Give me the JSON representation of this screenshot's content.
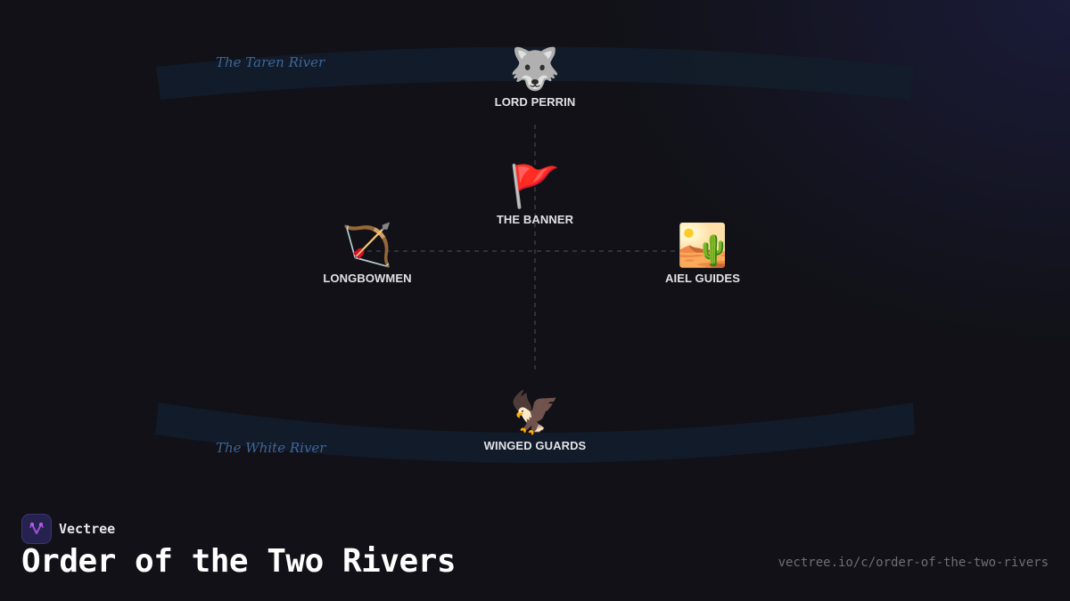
{
  "diagram": {
    "rivers": [
      {
        "name": "The Taren River",
        "position": "top"
      },
      {
        "name": "The White River",
        "position": "bottom"
      }
    ],
    "nodes": {
      "top": {
        "icon": "wolf-icon",
        "emoji": "🐺",
        "label": "LORD PERRIN"
      },
      "center": {
        "icon": "red-flag-icon",
        "emoji": "🚩",
        "label": "THE BANNER"
      },
      "left": {
        "icon": "bow-and-arrow-icon",
        "emoji": "🏹",
        "label": "LONGBOWMEN"
      },
      "right": {
        "icon": "desert-icon",
        "emoji": "🏜️",
        "label": "AIEL GUIDES"
      },
      "bottom": {
        "icon": "eagle-icon",
        "emoji": "🦅",
        "label": "WINGED GUARDS"
      }
    },
    "connectors": [
      {
        "from": "top",
        "to": "bottom",
        "style": "dashed",
        "orientation": "vertical"
      },
      {
        "from": "left",
        "to": "right",
        "style": "dashed",
        "orientation": "horizontal"
      }
    ],
    "colors": {
      "background": "#111117",
      "river_fill": "#131c2a",
      "river_label": "#3d6699",
      "connector": "#4a4a52",
      "node_label": "#e2e2e6"
    }
  },
  "footer": {
    "brand": {
      "icon": "vectree-logo-icon",
      "name": "Vectree",
      "accent": "#a44fd8"
    },
    "title": "Order of the Two Rivers",
    "url": "vectree.io/c/order-of-the-two-rivers"
  }
}
